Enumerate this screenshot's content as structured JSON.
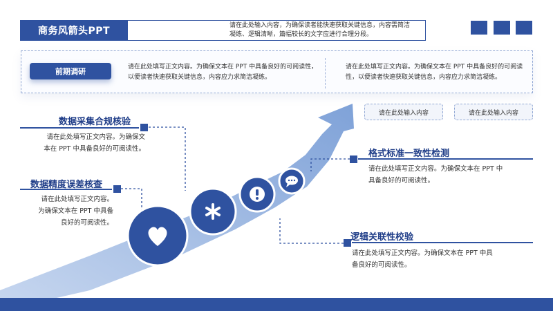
{
  "header": {
    "title": "商务风箭头PPT",
    "desc_line1": "请在此处输入内容，为确保读者能快速获取关键信息，内容需简洁",
    "desc_line2": "凝练、逻辑清晰，篇幅较长的文字应进行合理分段。"
  },
  "survey": {
    "label": "前期调研",
    "left_line1": "请在此处填写正文内容。为确保文本在 PPT 中具备良好的可阅读性，",
    "left_line2": "以便读者快速获取关键信息，内容应力求简洁凝练。",
    "right_line1": "请在此处填写正文内容。为确保文本在 PPT 中具备良好的可阅读",
    "right_line2": "性，以便读者快速获取关键信息，内容应力求简洁凝练。"
  },
  "inputs": [
    "请在此处输入内容",
    "请在此处输入内容"
  ],
  "steps": {
    "collect": {
      "title": "数据采集合规核验",
      "line1": "请在此处填写正文内容。为确保文",
      "line2": "本在 PPT 中具备良好的可阅读性。"
    },
    "precision": {
      "title": "数据精度误差核查",
      "line1": "请在此处填写正文内容。",
      "line2": "为确保文本在 PPT 中具备",
      "line3": "良好的可阅读性。"
    },
    "format": {
      "title": "格式标准一致性检测",
      "line1": "请在此处填写正文内容。为确保文本在 PPT 中",
      "line2": "具备良好的可阅读性。"
    },
    "logic": {
      "title": "逻辑关联性校验",
      "line1": "请在此处填写正文内容。为确保文本在 PPT 中具",
      "line2": "备良好的可阅读性。"
    }
  },
  "icons": [
    "heart-icon",
    "asterisk-icon",
    "exclamation-icon",
    "chat-icon"
  ],
  "colors": {
    "primary": "#2f52a0",
    "arrow_light": "#a9c1e6",
    "arrow_mid": "#8fb0df"
  }
}
